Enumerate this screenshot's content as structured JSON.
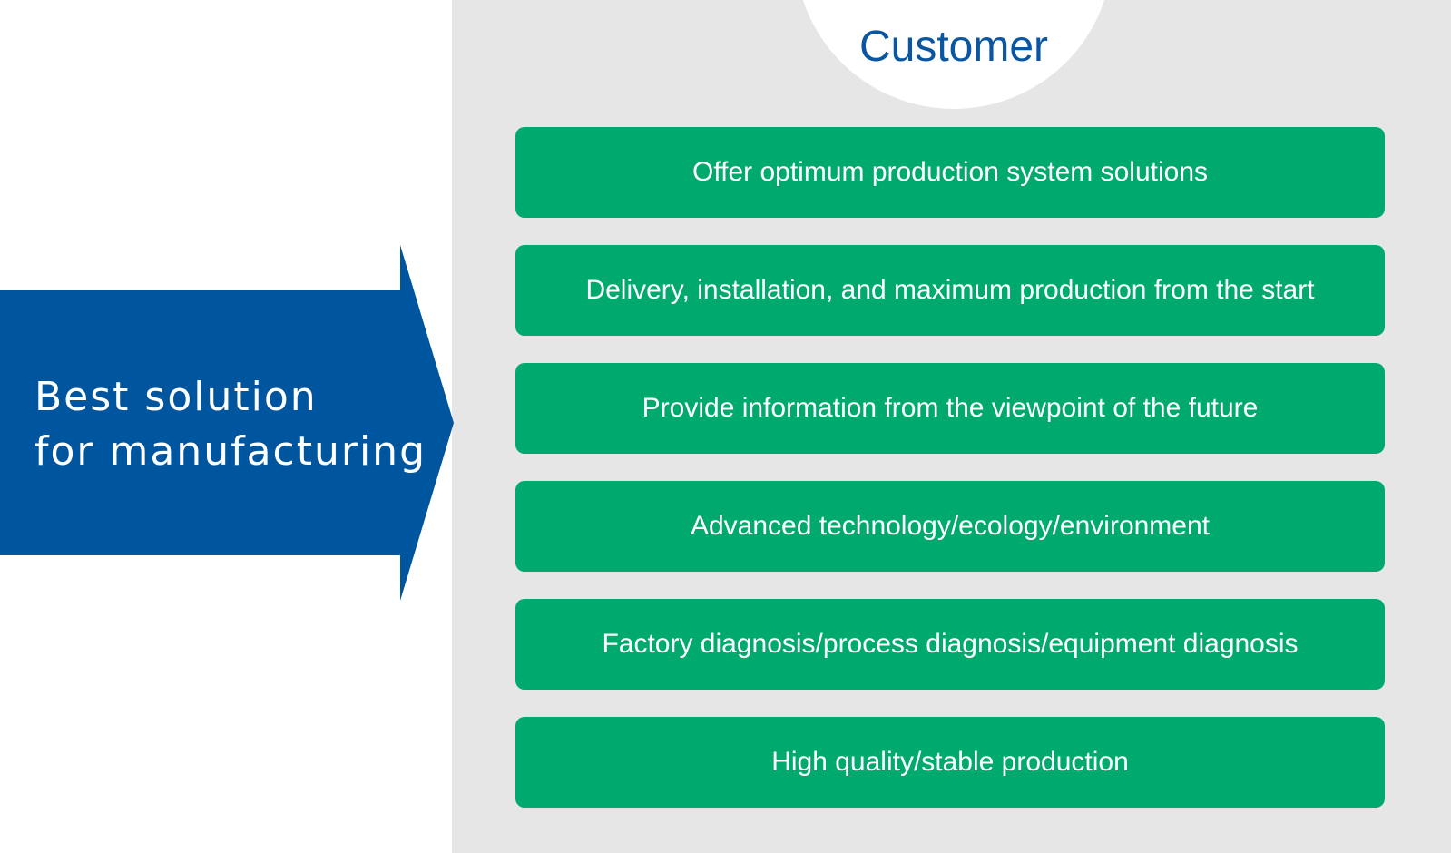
{
  "customer": {
    "label": "Customer",
    "circle_color": "#ffffff",
    "text_color": "#0a56a0"
  },
  "arrow": {
    "line1": "Best solution",
    "line2": "for manufacturing",
    "color": "#00569e",
    "icon": "right-arrow-icon"
  },
  "panel": {
    "color": "#e6e6e6"
  },
  "items": [
    {
      "label": "Offer optimum production system solutions"
    },
    {
      "label": "Delivery, installation, and maximum production from the start"
    },
    {
      "label": "Provide information from the viewpoint of the future"
    },
    {
      "label": "Advanced technology/ecology/environment"
    },
    {
      "label": "Factory diagnosis/process diagnosis/equipment diagnosis"
    },
    {
      "label": "High quality/stable production"
    }
  ],
  "item_color": "#00aa6e"
}
